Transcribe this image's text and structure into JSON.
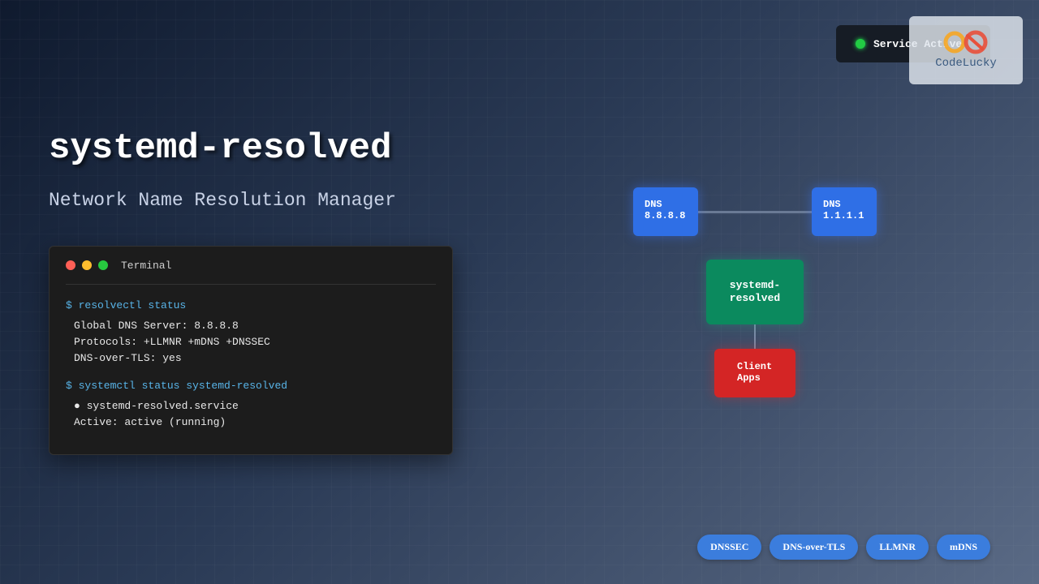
{
  "title": "systemd-resolved",
  "subtitle": "Network Name Resolution Manager",
  "terminal": {
    "title": "Terminal",
    "dots": [
      "#ff5f56",
      "#ffbd2e",
      "#27c93f"
    ],
    "commands": [
      {
        "cmd": "$ resolvectl status",
        "output": [
          "Global DNS Server: 8.8.8.8",
          "Protocols: +LLMNR +mDNS +DNSSEC",
          "DNS-over-TLS: yes"
        ]
      },
      {
        "cmd": "$ systemctl status systemd-resolved",
        "output": [
          "● systemd-resolved.service",
          "Active: active (running)"
        ]
      }
    ]
  },
  "diagram": {
    "dns_primary": [
      "DNS",
      "8.8.8.8"
    ],
    "dns_secondary": [
      "DNS",
      "1.1.1.1"
    ],
    "core": [
      "systemd-",
      "resolved"
    ],
    "client": [
      "Client",
      "Apps"
    ]
  },
  "status": {
    "label": "Service Active",
    "color": "#22cc44"
  },
  "logo": {
    "text": "CodeLucky"
  },
  "tags": [
    "DNSSEC",
    "DNS-over-TLS",
    "LLMNR",
    "mDNS"
  ]
}
